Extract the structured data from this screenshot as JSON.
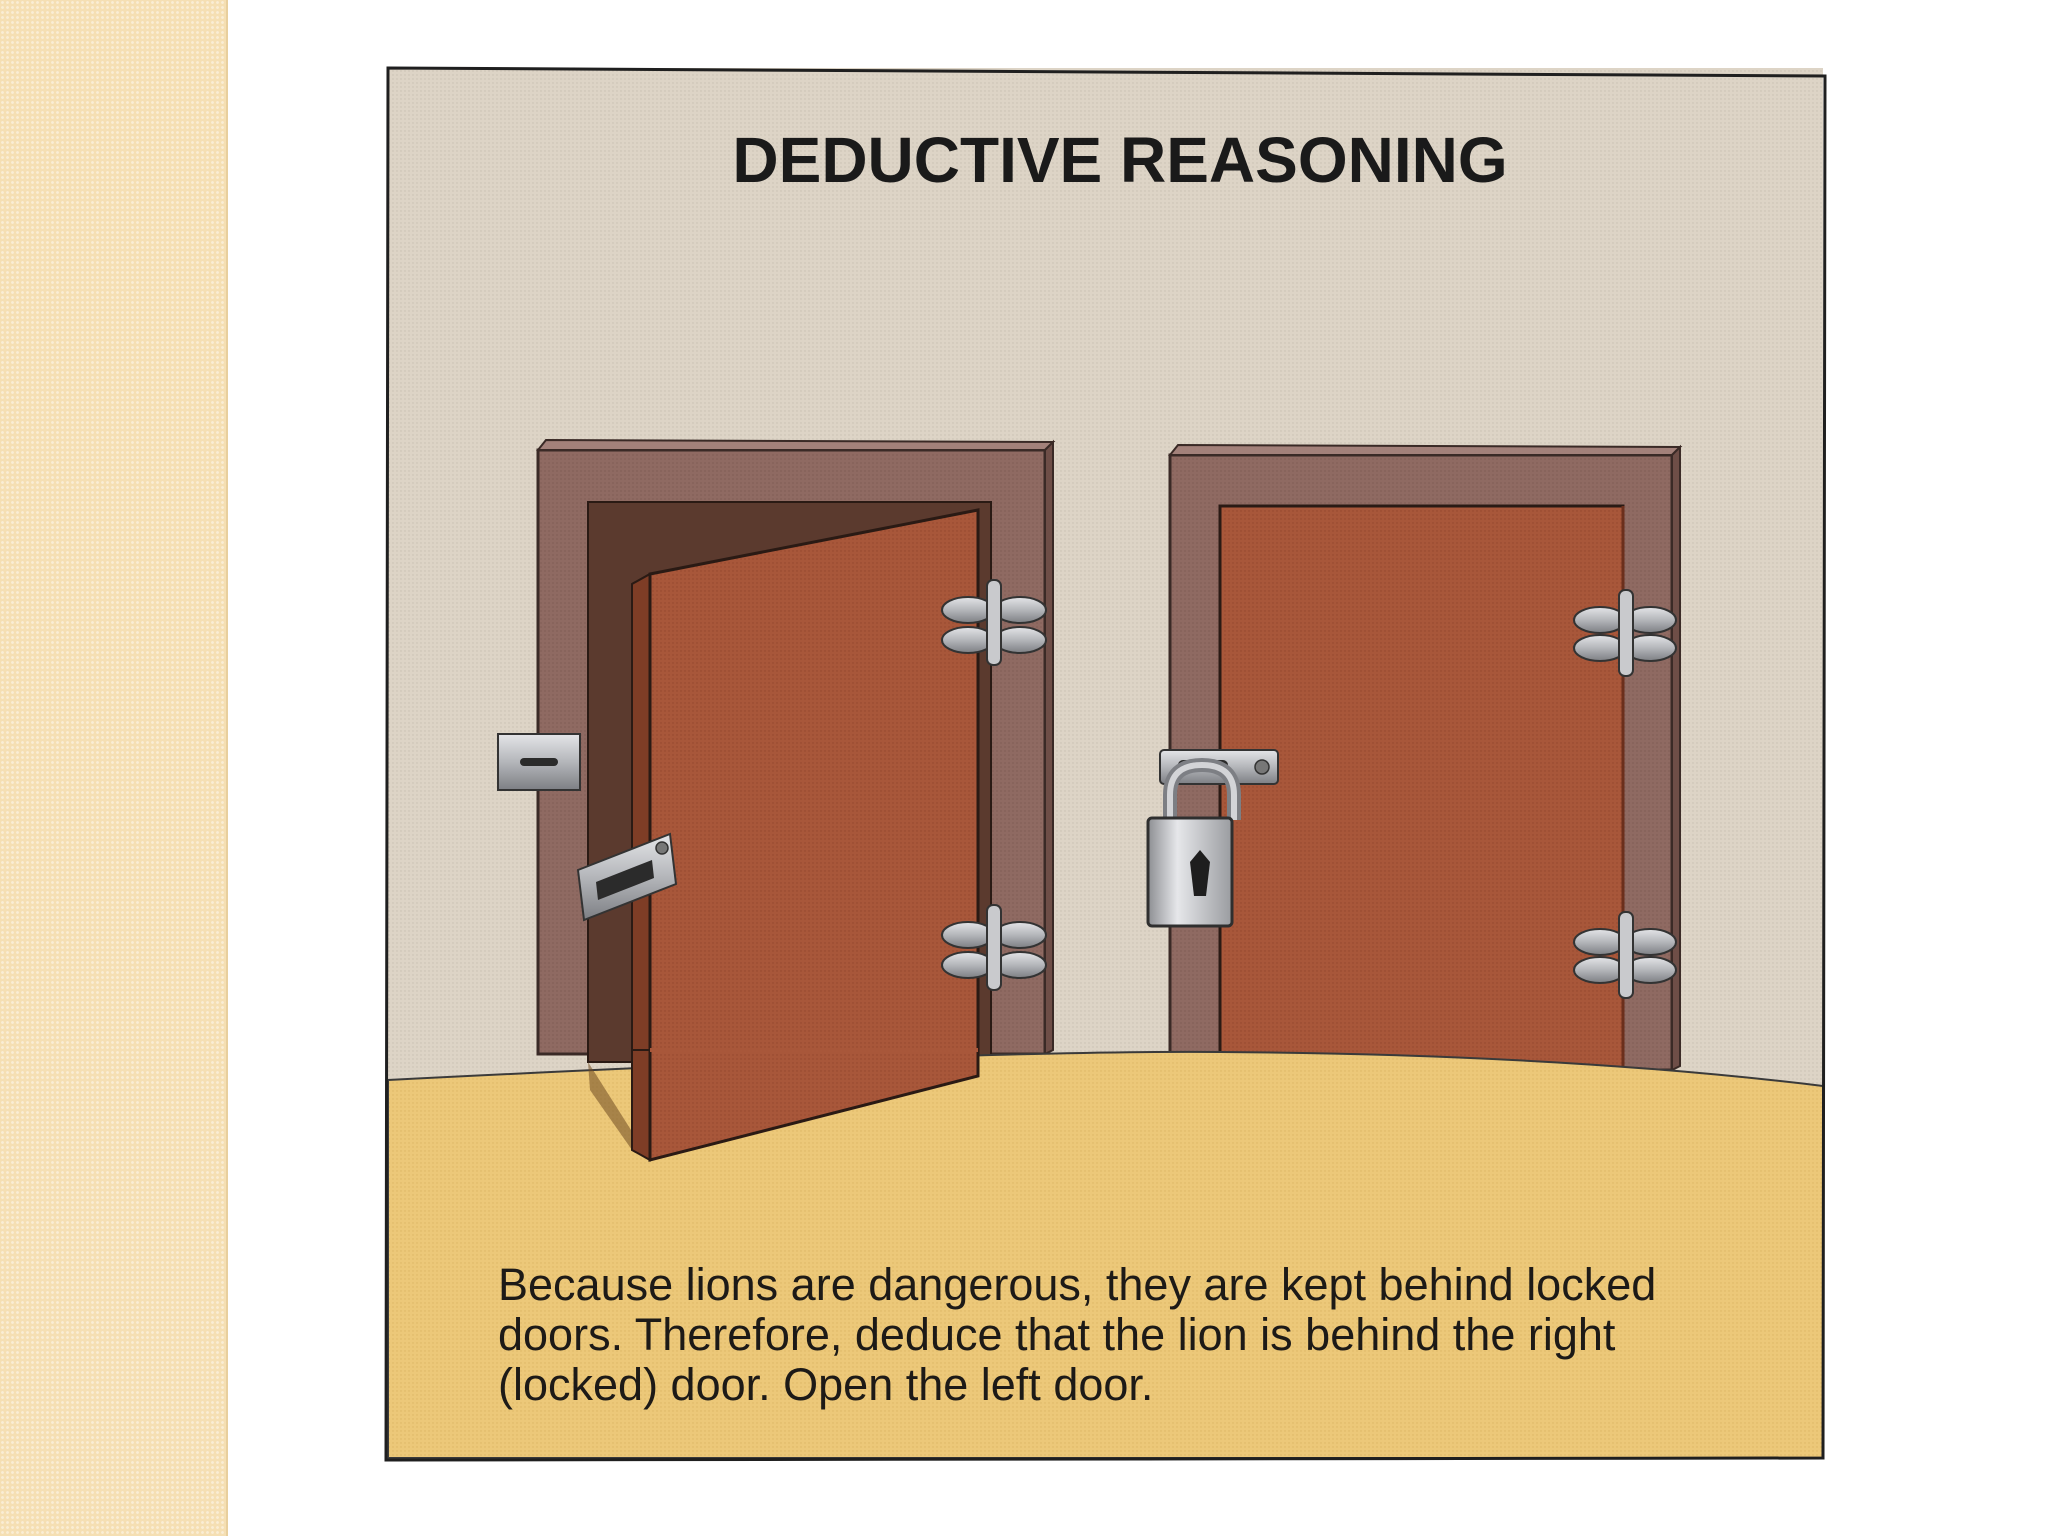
{
  "figure": {
    "title": "DEDUCTIVE REASONING",
    "caption_lines": [
      "Because lions are dangerous, they are kept behind locked",
      "doors. Therefore, deduce that the lion is behind the right",
      "(locked) door. Open the left door."
    ]
  },
  "icons": {
    "left_door": "open-door-icon",
    "right_door": "closed-door-icon",
    "lock": "padlock-icon",
    "latch": "latch-icon",
    "hinge": "hinge-icon"
  },
  "colors": {
    "side_strip": "#f5dfb3",
    "wall": "#ddd4c6",
    "floor": "#ecc879",
    "door": "#a8573a",
    "frame": "#8f6a62",
    "metal": "#a7a9ad",
    "border": "#1f1f1f"
  }
}
